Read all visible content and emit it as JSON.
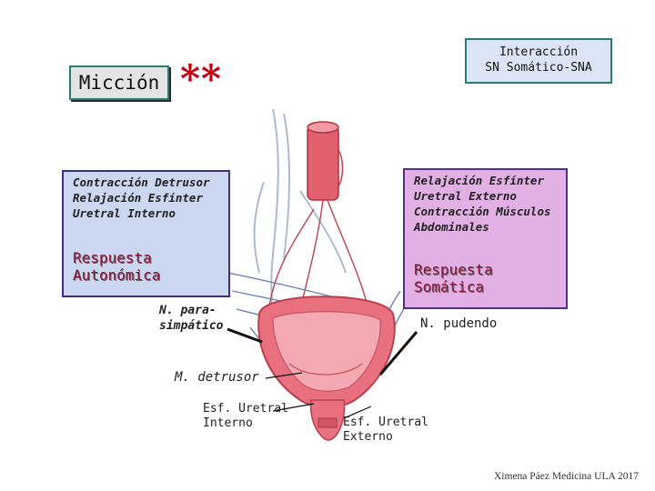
{
  "title": "Micción",
  "title_mark": "**",
  "interaction_box": {
    "lines": [
      "Interacción",
      "SN Somático-SNA"
    ]
  },
  "autonomic_box": {
    "lines": [
      "Contracción Detrusor",
      "Relajación Esfínter",
      "Uretral Interno"
    ],
    "response": [
      "Respuesta",
      "Autonómica"
    ]
  },
  "somatic_box": {
    "lines": [
      "Relajación Esfínter",
      "Uretral Externo",
      "Contracción Músculos",
      "Abdominales"
    ],
    "response": [
      "Respuesta",
      "Somática"
    ]
  },
  "labels": {
    "parasympathetic": [
      "N. para-",
      "simpático"
    ],
    "pudendal": "N. pudendo",
    "detrusor": "M. detrusor",
    "internal_sphincter": [
      "Esf. Uretral",
      "Interno"
    ],
    "external_sphincter": [
      "Esf. Uretral",
      "Externo"
    ]
  },
  "credit": "Ximena Páez Medicina ULA 2017",
  "colors": {
    "accent_red": "#c2000f",
    "autonomic_fill": "#ccd7f2",
    "somatic_fill": "#e3b0e6",
    "interaction_fill": "#dbe5f7",
    "response_text": "#8c1a3c",
    "bladder": "#e8707f"
  }
}
